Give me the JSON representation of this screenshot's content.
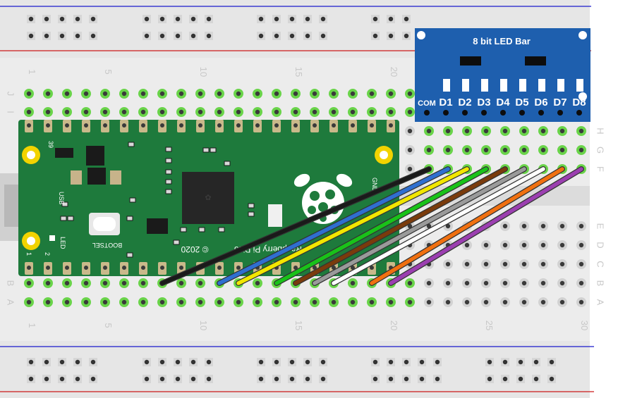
{
  "breadboard": {
    "column_numbers": [
      "1",
      "5",
      "10",
      "15",
      "20",
      "25",
      "30"
    ],
    "row_letters": [
      "J",
      "I",
      "H",
      "G",
      "F",
      "E",
      "D",
      "C",
      "B",
      "A"
    ]
  },
  "pico": {
    "silkscreen": {
      "pin_39": "39",
      "pin_1": "1",
      "pin_2": "2",
      "led": "LED",
      "usb": "USB",
      "bootsel": "BOOTSEL",
      "copyright": "© 2020",
      "model_text": "Raspberry Pi Pico",
      "gnd": "GND"
    }
  },
  "led_bar": {
    "title": "8 bit LED Bar",
    "pins": [
      "COM",
      "D1",
      "D2",
      "D3",
      "D4",
      "D5",
      "D6",
      "D7",
      "D8"
    ]
  },
  "colors": {
    "board": "#e8e8e8",
    "pcb": "#1e7a3c",
    "module": "#1e5fae",
    "rail_red": "#cc0000",
    "rail_blue": "#0000cc",
    "hole_green": "#6ad44a"
  },
  "wires": [
    {
      "color": "#1a1a1a",
      "target": "COM"
    },
    {
      "color": "#2f6fd0",
      "target": "D1"
    },
    {
      "color": "#f2e600",
      "target": "D2"
    },
    {
      "color": "#19c219",
      "target": "D3"
    },
    {
      "color": "#7a3b0c",
      "target": "D4"
    },
    {
      "color": "#9a9a9a",
      "target": "D5"
    },
    {
      "color": "#ffffff",
      "target": "D6"
    },
    {
      "color": "#f07010",
      "target": "D7"
    },
    {
      "color": "#9b3fb0",
      "target": "D8"
    }
  ]
}
